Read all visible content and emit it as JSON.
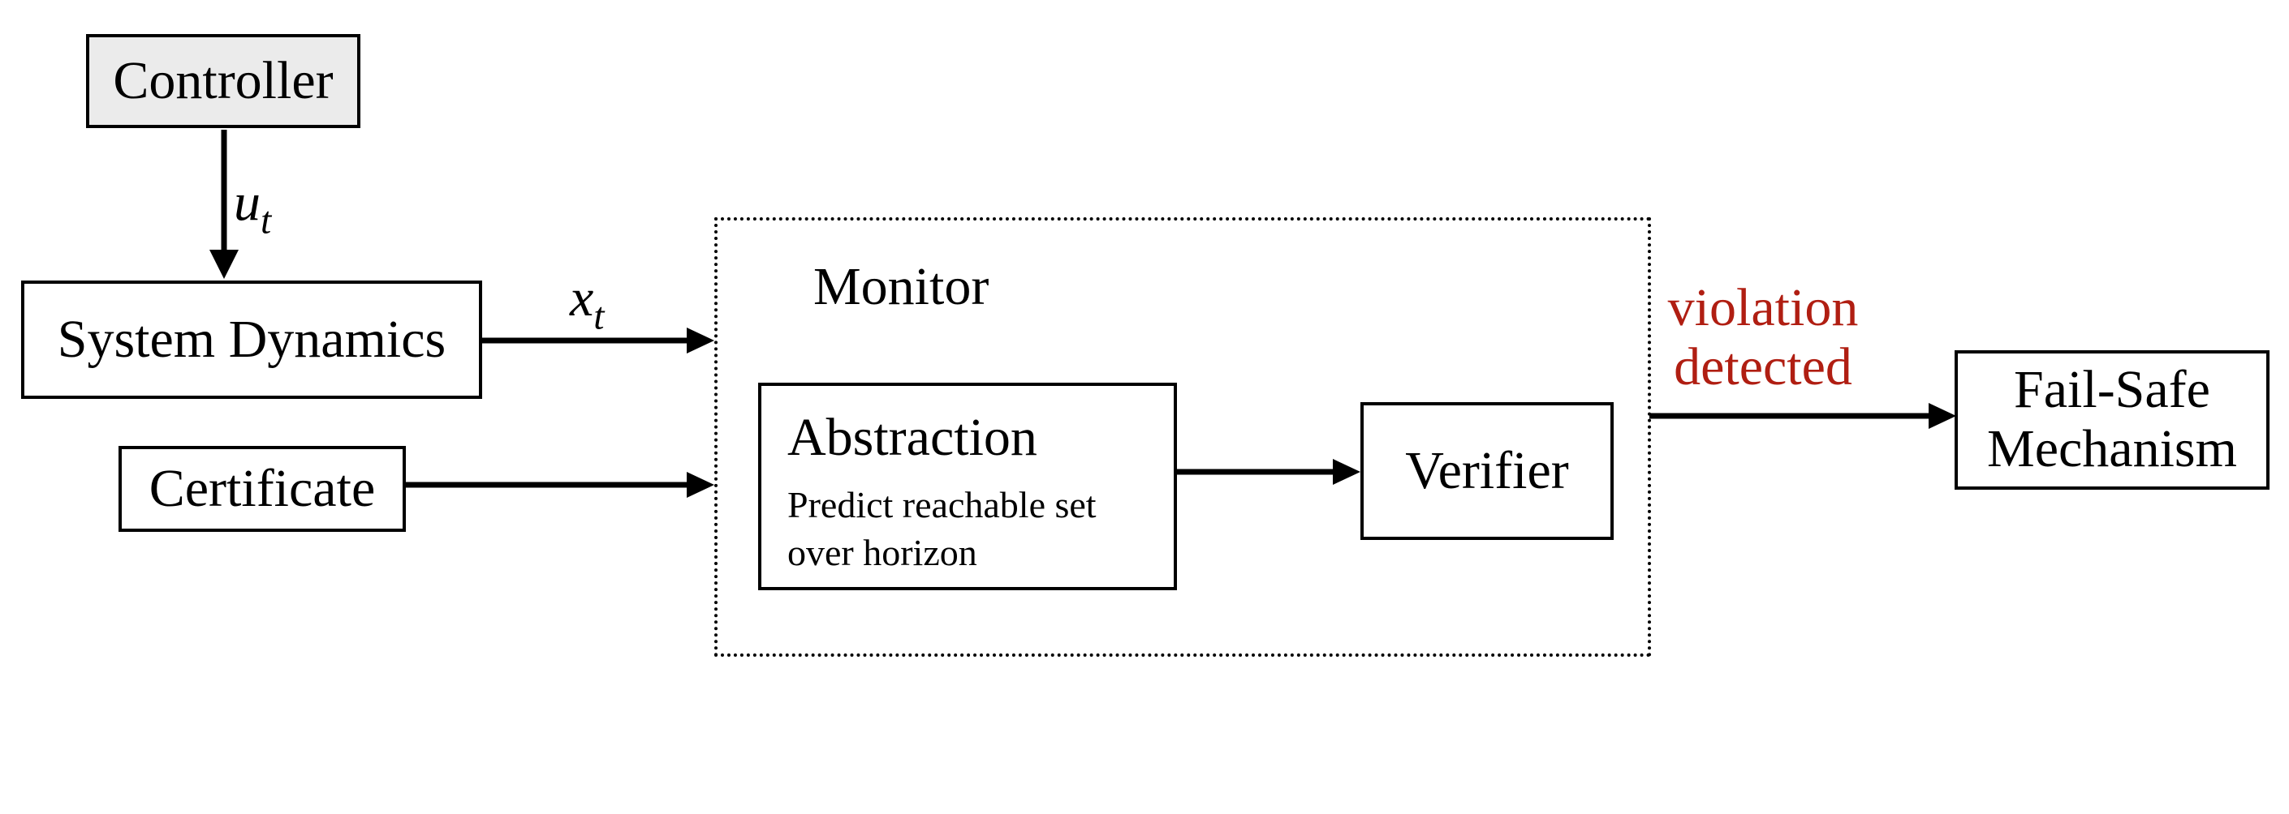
{
  "blocks": {
    "controller": "Controller",
    "system_dynamics": "System Dynamics",
    "certificate": "Certificate",
    "monitor": "Monitor",
    "abstraction_title": "Abstraction",
    "abstraction_desc_line1": "Predict reachable set",
    "abstraction_desc_line2": "over horizon",
    "verifier": "Verifier",
    "failsafe_line1": "Fail-Safe",
    "failsafe_line2": "Mechanism"
  },
  "edge_labels": {
    "u_main": "u",
    "u_sub": "t",
    "x_main": "x",
    "x_sub": "t",
    "violation_line1": "violation",
    "violation_line2": "detected"
  },
  "colors": {
    "violation_text": "#b01e12",
    "controller_fill": "#ebebeb"
  }
}
